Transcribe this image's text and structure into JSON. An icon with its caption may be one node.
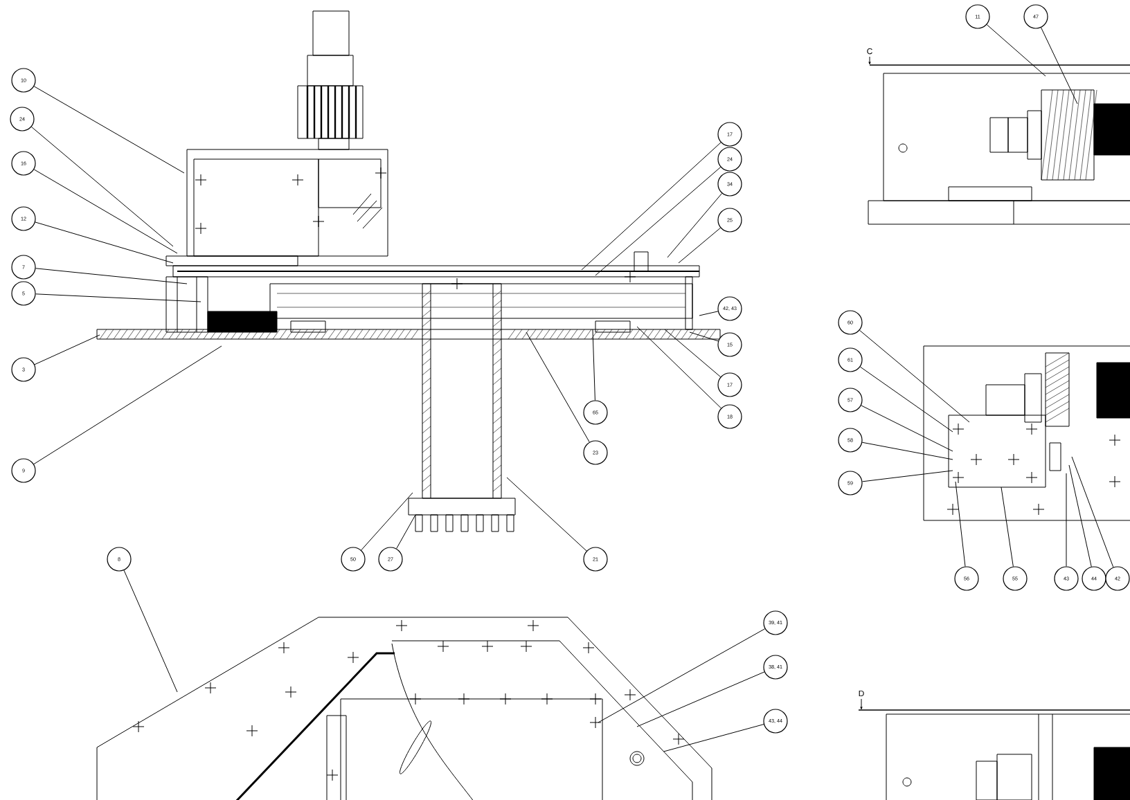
{
  "diagram": {
    "nodes": [
      {
        "text": [
          "10"
        ]
      },
      {
        "text": [
          "24"
        ]
      },
      {
        "text": [
          "16"
        ]
      },
      {
        "text": [
          "12"
        ]
      },
      {
        "text": [
          "7"
        ]
      },
      {
        "text": [
          "5"
        ]
      },
      {
        "text": [
          "3"
        ]
      },
      {
        "text": [
          "9"
        ]
      },
      {
        "text": [
          "17"
        ]
      },
      {
        "text": [
          "24"
        ]
      },
      {
        "text": [
          "34"
        ]
      },
      {
        "text": [
          "25"
        ]
      },
      {
        "text": [
          "42, 43"
        ]
      },
      {
        "text": [
          "15"
        ]
      },
      {
        "text": [
          "17"
        ]
      },
      {
        "text": [
          "18"
        ]
      },
      {
        "text": [
          "65"
        ]
      },
      {
        "text": [
          "23"
        ]
      },
      {
        "text": [
          "50"
        ]
      },
      {
        "text": [
          "27"
        ]
      },
      {
        "text": [
          "21"
        ]
      },
      {
        "text": [
          "11"
        ]
      },
      {
        "text": [
          "47"
        ]
      },
      {
        "text": [
          "60"
        ]
      },
      {
        "text": [
          "61"
        ]
      },
      {
        "text": [
          "57"
        ]
      },
      {
        "text": [
          "58"
        ]
      },
      {
        "text": [
          "59"
        ]
      },
      {
        "text": [
          "56"
        ]
      },
      {
        "text": [
          "55"
        ]
      },
      {
        "text": [
          "43"
        ]
      },
      {
        "text": [
          "44"
        ]
      },
      {
        "text": [
          "42"
        ]
      },
      {
        "text": [
          "8"
        ]
      },
      {
        "text": [
          "39, 41"
        ]
      },
      {
        "text": [
          "38, 41"
        ]
      },
      {
        "text": [
          "43, 44"
        ]
      }
    ],
    "edges": [
      {
        "from": 0,
        "to": null,
        "arrow": "none"
      },
      {
        "from": 1,
        "to": null,
        "arrow": "none"
      },
      {
        "from": 2,
        "to": null,
        "arrow": "none"
      },
      {
        "from": 3,
        "to": null,
        "arrow": "none"
      },
      {
        "from": 4,
        "to": null,
        "arrow": "none"
      },
      {
        "from": 5,
        "to": null,
        "arrow": "none"
      },
      {
        "from": 6,
        "to": null,
        "arrow": "none"
      },
      {
        "from": 7,
        "to": null,
        "arrow": "none"
      },
      {
        "from": 8,
        "to": null,
        "arrow": "none"
      },
      {
        "from": 9,
        "to": null,
        "arrow": "none"
      },
      {
        "from": 10,
        "to": null,
        "arrow": "none"
      },
      {
        "from": 11,
        "to": null,
        "arrow": "none"
      },
      {
        "from": 12,
        "to": null,
        "arrow": "none"
      },
      {
        "from": 13,
        "to": null,
        "arrow": "none"
      },
      {
        "from": 14,
        "to": null,
        "arrow": "none"
      },
      {
        "from": 15,
        "to": null,
        "arrow": "none"
      },
      {
        "from": 16,
        "to": null,
        "arrow": "none"
      },
      {
        "from": 17,
        "to": null,
        "arrow": "none"
      },
      {
        "from": 18,
        "to": null,
        "arrow": "none"
      },
      {
        "from": 19,
        "to": null,
        "arrow": "none"
      },
      {
        "from": 20,
        "to": null,
        "arrow": "none"
      },
      {
        "from": 21,
        "to": null,
        "arrow": "none"
      },
      {
        "from": 22,
        "to": null,
        "arrow": "none"
      },
      {
        "from": 23,
        "to": null,
        "arrow": "none"
      },
      {
        "from": 24,
        "to": null,
        "arrow": "none"
      },
      {
        "from": 25,
        "to": null,
        "arrow": "none"
      },
      {
        "from": 26,
        "to": null,
        "arrow": "none"
      },
      {
        "from": 27,
        "to": null,
        "arrow": "none"
      },
      {
        "from": 28,
        "to": null,
        "arrow": "none"
      },
      {
        "from": 29,
        "to": null,
        "arrow": "none"
      },
      {
        "from": 30,
        "to": null,
        "arrow": "none"
      },
      {
        "from": 31,
        "to": null,
        "arrow": "none"
      },
      {
        "from": 32,
        "to": null,
        "arrow": "none"
      },
      {
        "from": 33,
        "to": null,
        "arrow": "none"
      },
      {
        "from": 34,
        "to": null,
        "arrow": "none"
      },
      {
        "from": 35,
        "to": null,
        "arrow": "none"
      },
      {
        "from": 36,
        "to": null,
        "arrow": "none"
      }
    ],
    "labels": [
      "C",
      "D"
    ]
  }
}
